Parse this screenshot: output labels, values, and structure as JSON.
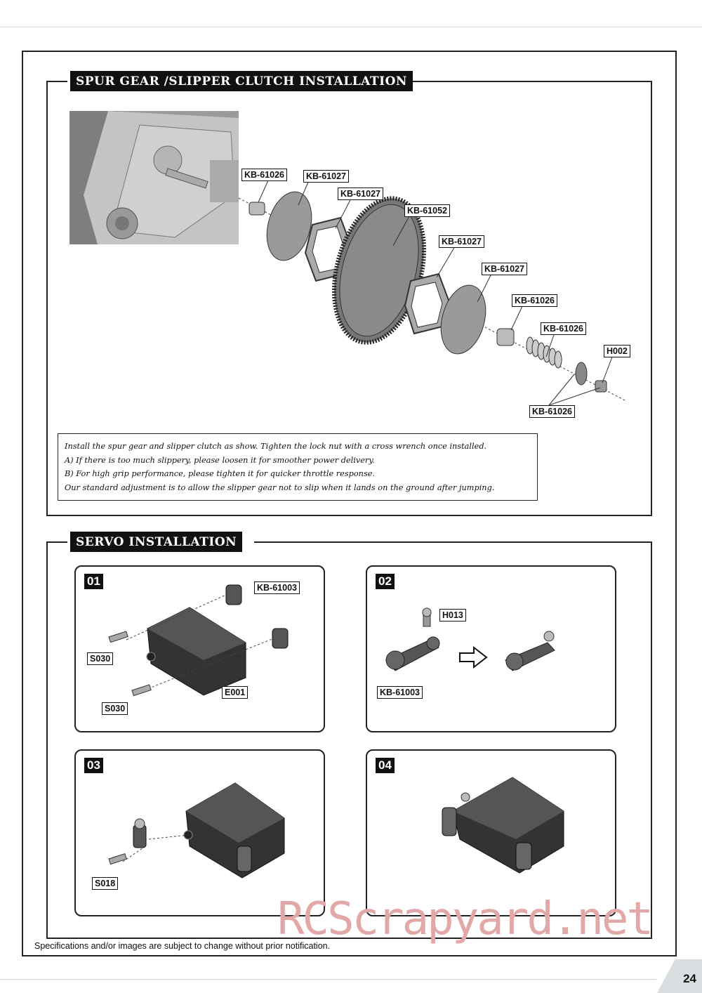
{
  "spur": {
    "title": "SPUR GEAR /SLIPPER CLUTCH INSTALLATION",
    "labels": [
      "KB-61026",
      "KB-61027",
      "KB-61027",
      "KB-61052",
      "KB-61027",
      "KB-61027",
      "KB-61026",
      "KB-61026",
      "H002",
      "KB-61026"
    ],
    "notes": [
      "Install the spur gear and slipper clutch as show. Tighten the lock nut with a cross wrench once installed.",
      "A) If there is too much slippery, please loosen it for smoother power delivery.",
      "B) For high grip performance, please tighten it for quicker throttle response.",
      "Our standard adjustment is to allow the slipper gear not to slip when it lands on the ground after jumping."
    ]
  },
  "servo": {
    "title": "SERVO INSTALLATION",
    "steps": [
      {
        "num": "01",
        "labels": [
          "KB-61003",
          "S030",
          "S030",
          "E001"
        ]
      },
      {
        "num": "02",
        "labels": [
          "H013",
          "KB-61003"
        ]
      },
      {
        "num": "03",
        "labels": [
          "S018"
        ]
      },
      {
        "num": "04",
        "labels": []
      }
    ]
  },
  "footer": {
    "note": "Specifications and/or images are subject to change without prior notification.",
    "page": "24",
    "watermark": "RCScrapyard.net"
  }
}
